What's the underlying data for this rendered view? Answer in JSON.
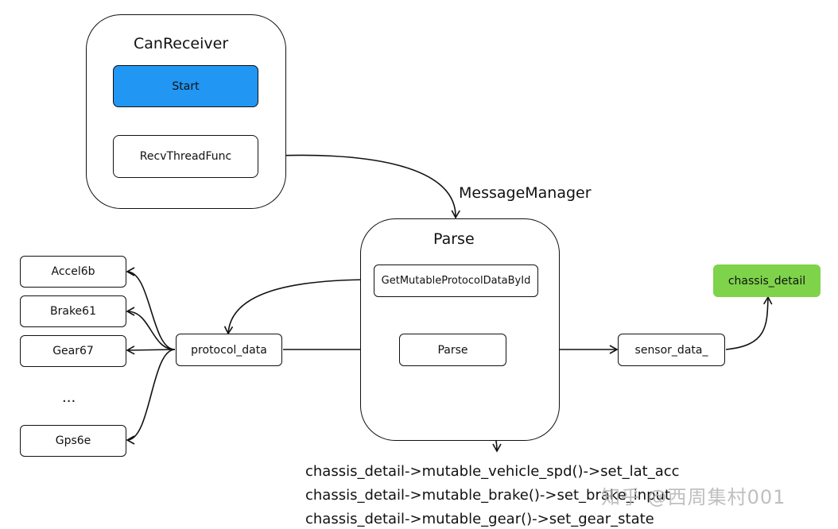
{
  "containers": {
    "can_receiver": {
      "title": "CanReceiver"
    },
    "parse": {
      "title": "Parse"
    }
  },
  "nodes": {
    "start": "Start",
    "recv_thread_func": "RecvThreadFunc",
    "get_mutable_protocol_data_by_id": "GetMutableProtocolDataById",
    "parse": "Parse",
    "protocol_data": "protocol_data",
    "sensor_data": "sensor_data_",
    "chassis_detail": "chassis_detail",
    "accel6b": "Accel6b",
    "brake61": "Brake61",
    "gear67": "Gear67",
    "ellipsis": "...",
    "gps6e": "Gps6e"
  },
  "edge_labels": {
    "message_manager": "MessageManager"
  },
  "code_lines": [
    "chassis_detail->mutable_vehicle_spd()->set_lat_acc",
    "chassis_detail->mutable_brake()->set_brake_input",
    "chassis_detail->mutable_gear()->set_gear_state"
  ],
  "watermark": "知乎 @西周集村001",
  "colors": {
    "start_fill": "#2196f3",
    "chassis_detail_fill": "#7ed34a",
    "stroke": "#111111"
  }
}
